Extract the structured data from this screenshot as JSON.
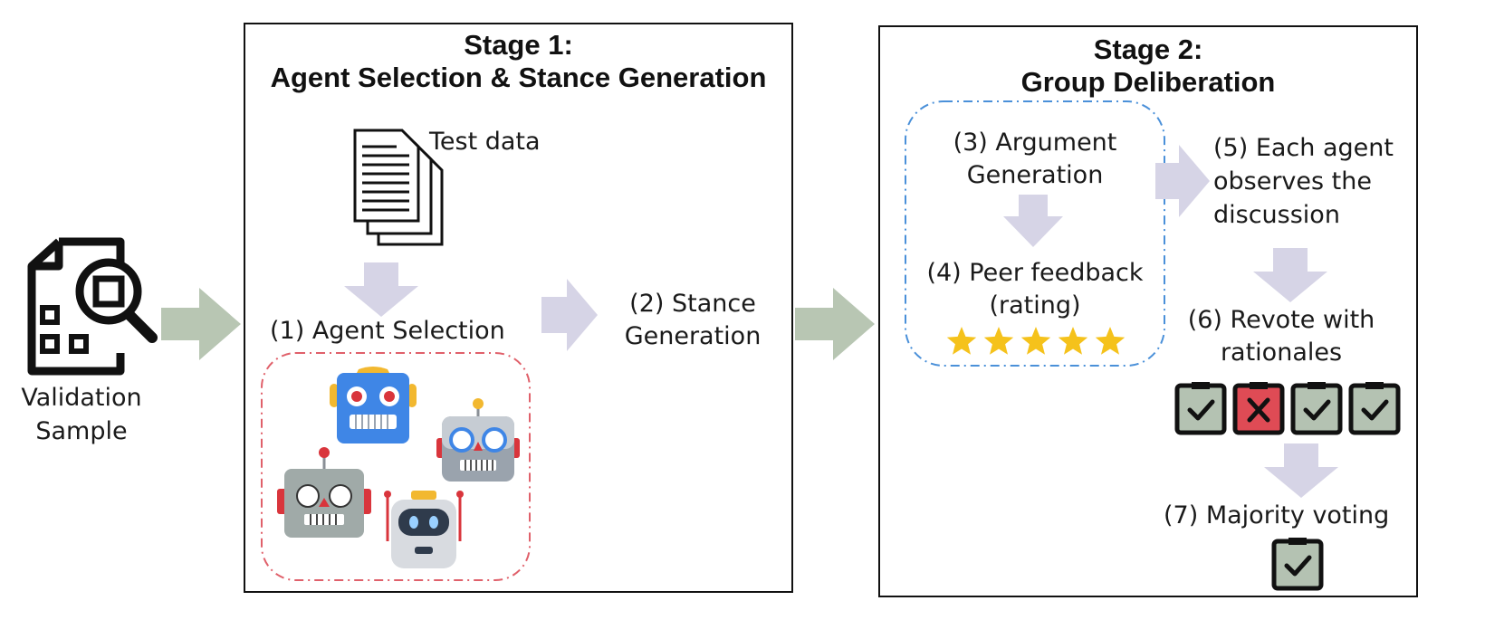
{
  "validation": {
    "line1": "Validation",
    "line2": "Sample"
  },
  "stage1": {
    "title_line1": "Stage 1:",
    "title_line2": "Agent Selection & Stance Generation",
    "test_data": "Test data",
    "agent_selection": "(1) Agent Selection",
    "stance_line1": "(2) Stance",
    "stance_line2": "Generation"
  },
  "stage2": {
    "title_line1": "Stage 2:",
    "title_line2": "Group Deliberation",
    "argument_line1": "(3) Argument",
    "argument_line2": "Generation",
    "peer_line1": "(4) Peer feedback",
    "peer_line2": "(rating)",
    "observe_line1": "(5) Each agent",
    "observe_line2": "observes the",
    "observe_line3": "discussion",
    "revote_line1": "(6) Revote with",
    "revote_line2": "rationales",
    "majority": "(7) Majority voting",
    "stars": 5,
    "votes": [
      "check",
      "cross",
      "check",
      "check"
    ]
  },
  "colors": {
    "green_arrow": "#b8c6b3",
    "lavender_arrow": "#d6d4e6",
    "red_dash": "#e0606a",
    "blue_dash": "#4a90d9",
    "vote_green": "#b4c2b2",
    "vote_red": "#df4b55",
    "star": "#f5c21b"
  }
}
